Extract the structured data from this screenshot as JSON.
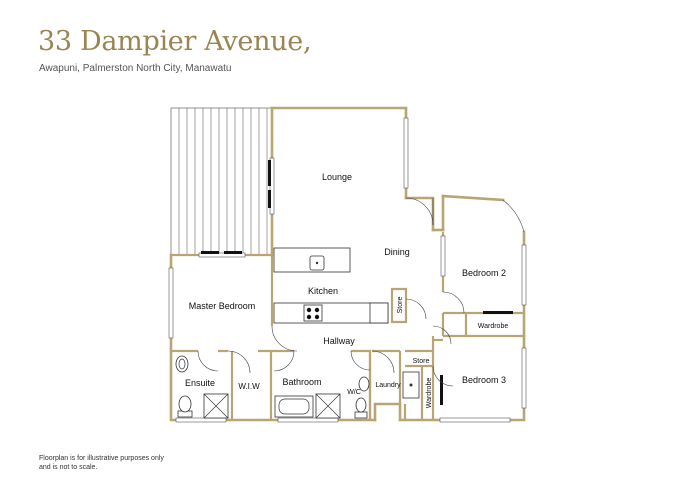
{
  "header": {
    "title": "33 Dampier Avenue,",
    "subtitle": "Awapuni, Palmerston North City, Manawatu"
  },
  "floorplan": {
    "rooms": {
      "lounge": "Lounge",
      "dining": "Dining",
      "kitchen": "Kitchen",
      "master_bedroom": "Master Bedroom",
      "bedroom2": "Bedroom 2",
      "bedroom3": "Bedroom 3",
      "hallway": "Hallway",
      "ensuite": "Ensuite",
      "wiw": "W.I.W",
      "bathroom": "Bathroom",
      "wc": "W/C",
      "laundry": "Laundry",
      "store_kitchen": "Store",
      "store_hall": "Store",
      "wardrobe_bed2": "Wardrobe",
      "wardrobe_bed3": "Wardrobe"
    }
  },
  "footer": {
    "disclaimer": "Floorplan is for illustrative purposes only and is not to scale."
  },
  "colors": {
    "accent": "#9a8452",
    "wall": "#b9a473"
  }
}
